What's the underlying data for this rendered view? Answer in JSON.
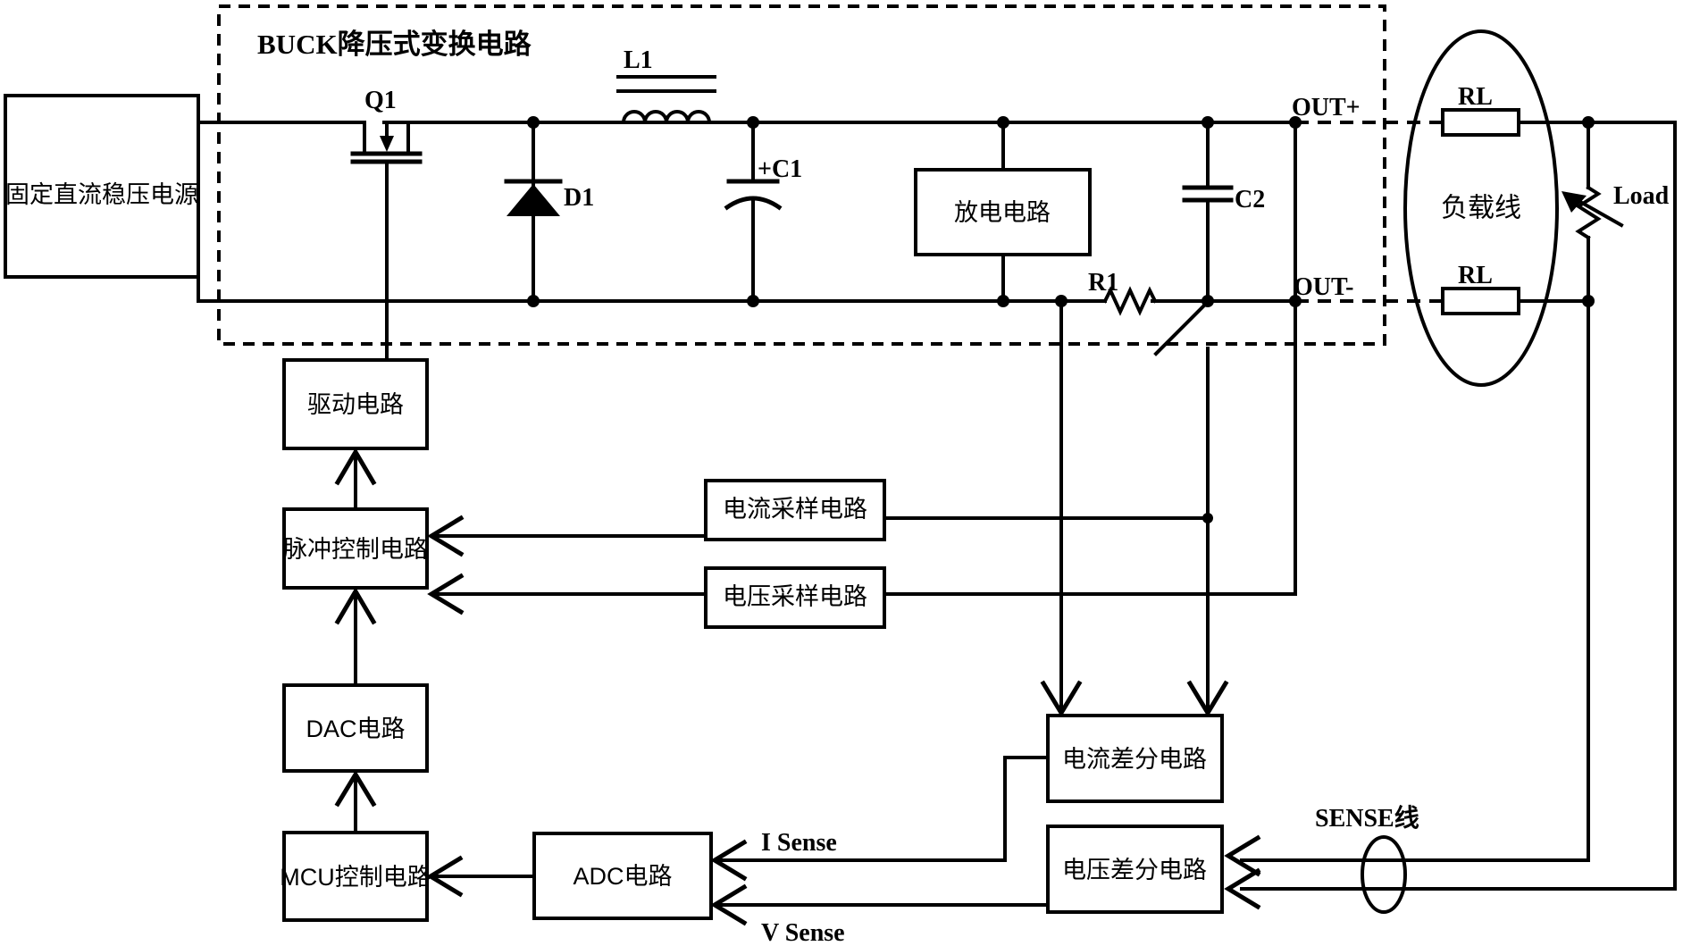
{
  "diagram": {
    "type": "circuit-schematic",
    "title": "BUCK降压式变换电路",
    "line_color": "#000000",
    "background": "#ffffff"
  },
  "labels": {
    "power_supply": "固定直流稳压电源",
    "buck_title": "BUCK降压式变换电路",
    "q1": "Q1",
    "d1": "D1",
    "l1": "L1",
    "c1": "+C1",
    "c2": "C2",
    "r1": "R1",
    "discharge": "放电电路",
    "out_plus": "OUT+",
    "out_minus": "OUT-",
    "rl_top": "RL",
    "rl_bottom": "RL",
    "load_line": "负载线",
    "load": "Load",
    "drive": "驱动电路",
    "pulse_control": "脉冲控制电路",
    "dac": "DAC电路",
    "mcu": "MCU控制电路",
    "adc": "ADC电路",
    "current_sample": "电流采样电路",
    "voltage_sample": "电压采样电路",
    "current_diff": "电流差分电路",
    "voltage_diff": "电压差分电路",
    "i_sense": "I Sense",
    "v_sense": "V Sense",
    "sense_line": "SENSE线"
  }
}
